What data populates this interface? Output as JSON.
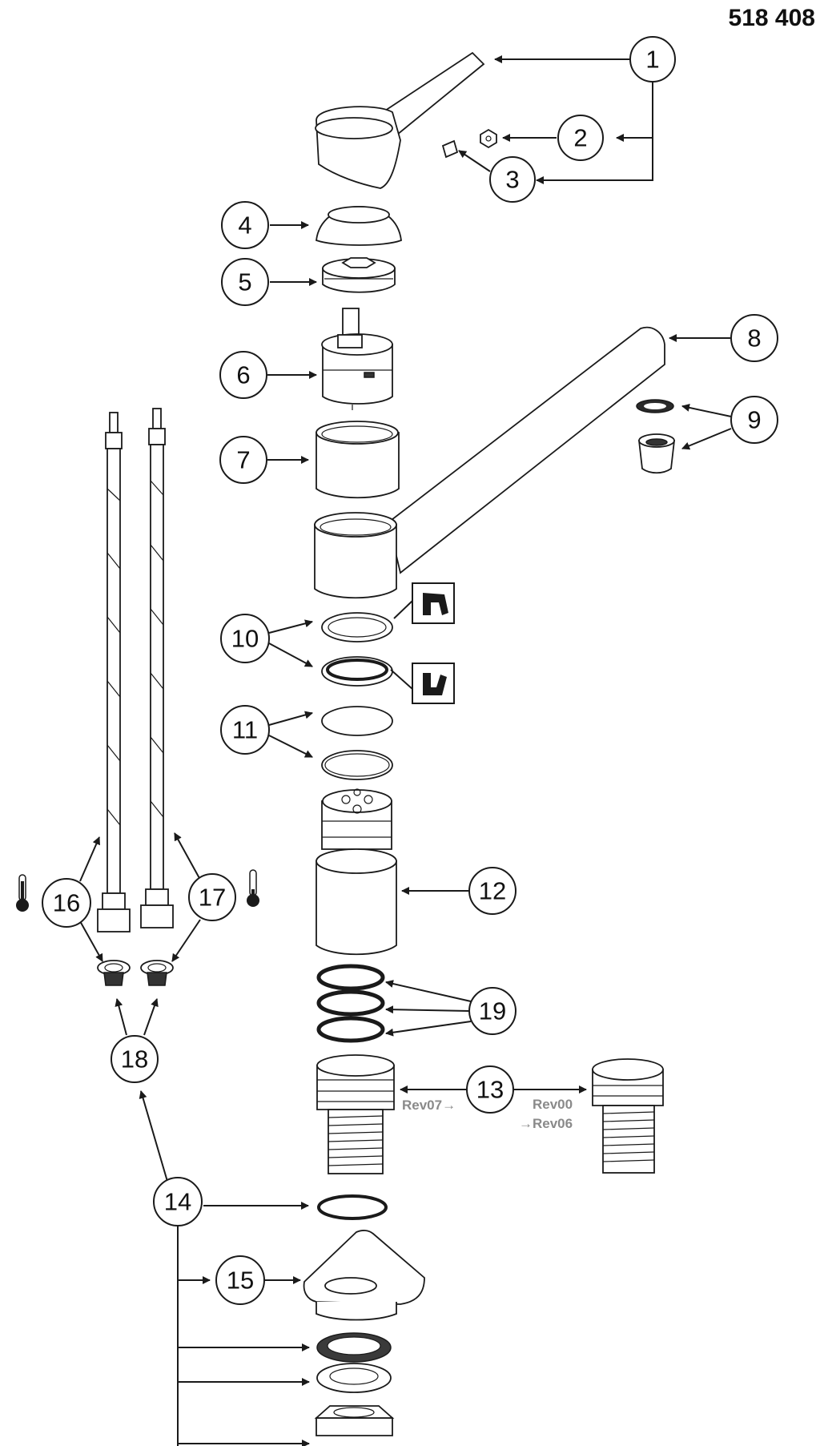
{
  "document_number": "518 408",
  "callouts": {
    "c1": "1",
    "c2": "2",
    "c3": "3",
    "c4": "4",
    "c5": "5",
    "c6": "6",
    "c7": "7",
    "c8": "8",
    "c9": "9",
    "c10": "10",
    "c11": "11",
    "c12": "12",
    "c13": "13",
    "c14": "14",
    "c15": "15",
    "c16": "16",
    "c17": "17",
    "c18": "18",
    "c19": "19"
  },
  "revision_labels": {
    "rev07": "Rev07→",
    "rev00": "Rev00",
    "rev06": "→Rev06"
  },
  "icons": [
    "thermometer-hot-icon",
    "thermometer-cold-icon",
    "spout-up-icon",
    "spout-down-icon"
  ]
}
